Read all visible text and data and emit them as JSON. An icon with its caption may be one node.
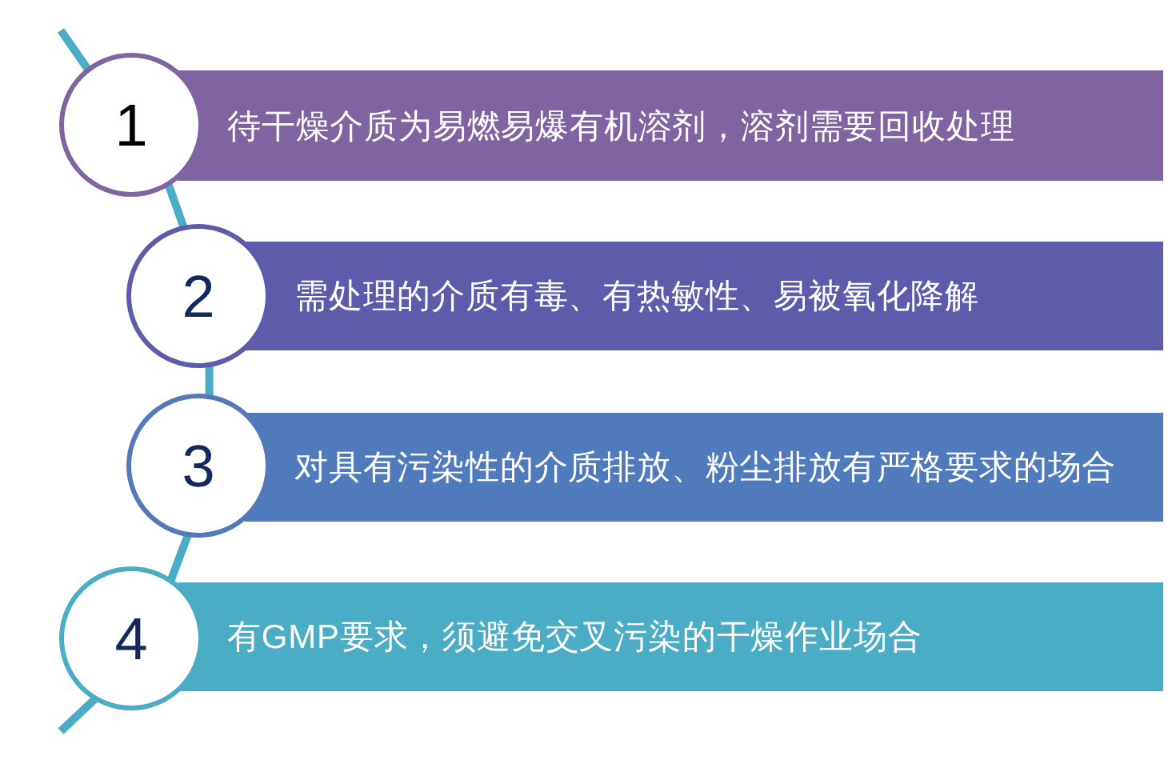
{
  "diagram": {
    "nodes": [
      {
        "text": [
          "1"
        ]
      },
      {
        "text": [
          "待干燥介质为易燃易爆有机溶剂，溶剂需要回收处理"
        ]
      },
      {
        "text": [
          "2"
        ]
      },
      {
        "text": [
          "需处理的介质有毒、有热敏性、易被氧化降解"
        ]
      },
      {
        "text": [
          "3"
        ]
      },
      {
        "text": [
          "对具有污染性的介质排放、粉尘排放有严格要求的场合"
        ]
      },
      {
        "text": [
          "4"
        ]
      },
      {
        "text": [
          "有GMP要求，须避免交叉污染的干燥作业场合"
        ]
      }
    ],
    "edges": [
      {
        "from": null,
        "to": 0,
        "arrow": "none"
      },
      {
        "from": 0,
        "to": 2,
        "arrow": "none"
      },
      {
        "from": 2,
        "to": 4,
        "arrow": "none"
      },
      {
        "from": 4,
        "to": 6,
        "arrow": "none"
      },
      {
        "from": 6,
        "to": null,
        "arrow": "none"
      }
    ]
  }
}
